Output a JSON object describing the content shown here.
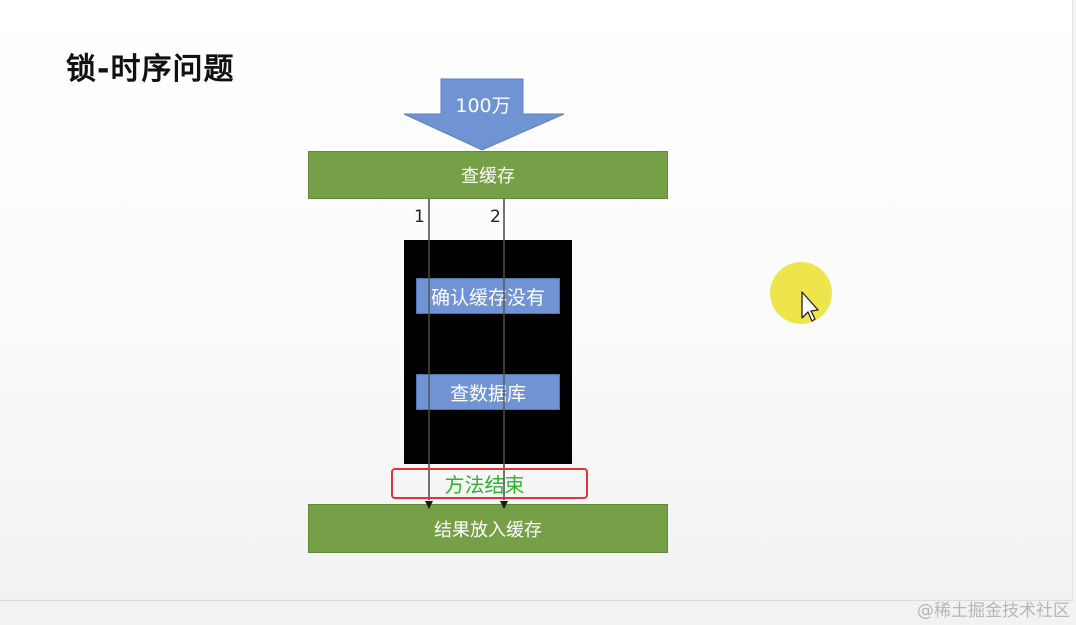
{
  "slide": {
    "title": "锁-时序问题",
    "input_arrow_label": "100万",
    "check_cache_label": "查缓存",
    "thread_labels": [
      "1",
      "2"
    ],
    "confirm_cache_label": "确认缓存没有",
    "query_db_label": "查数据库",
    "method_end_label": "方法结束",
    "put_cache_label": "结果放入缓存"
  },
  "colors": {
    "green_box": "#76a047",
    "blue_box": "#6f93d3",
    "arrow": "#6f93d3",
    "lock_block": "#000000",
    "highlight_border": "#e23434",
    "highlight_text": "#2db52d",
    "cursor_highlight": "#ece23a"
  },
  "cursor": {
    "icon": "mouse-pointer-icon"
  },
  "watermark": "@稀土掘金技术社区"
}
